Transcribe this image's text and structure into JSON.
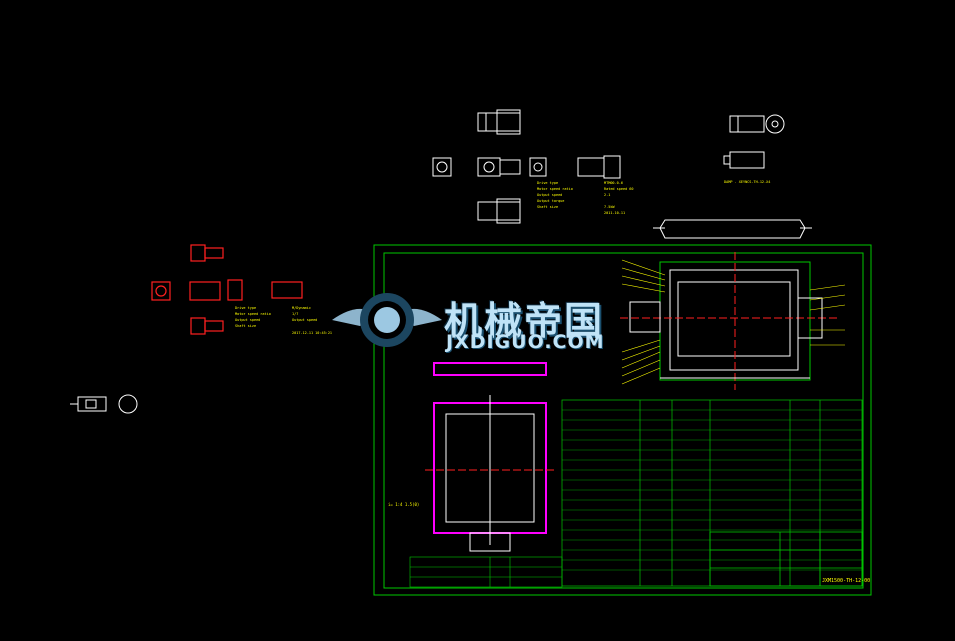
{
  "watermark": {
    "cn": "机械帝国",
    "en": "JXDIGUO.COM"
  },
  "motor_notes": {
    "note_1": "2017-12-11 10:45:21",
    "side_ratio": "i= 1:4 1.5(0)"
  },
  "title_block": {
    "drawing_no": "JXM1500-TH-12-00"
  },
  "colors": {
    "background": "#000000",
    "frame": "#00c800",
    "lines": "#ffffff",
    "red_motor": "#ff2020",
    "magenta": "#ff00ff",
    "annotation": "#ffff00",
    "watermark": "#bfe3f7"
  }
}
